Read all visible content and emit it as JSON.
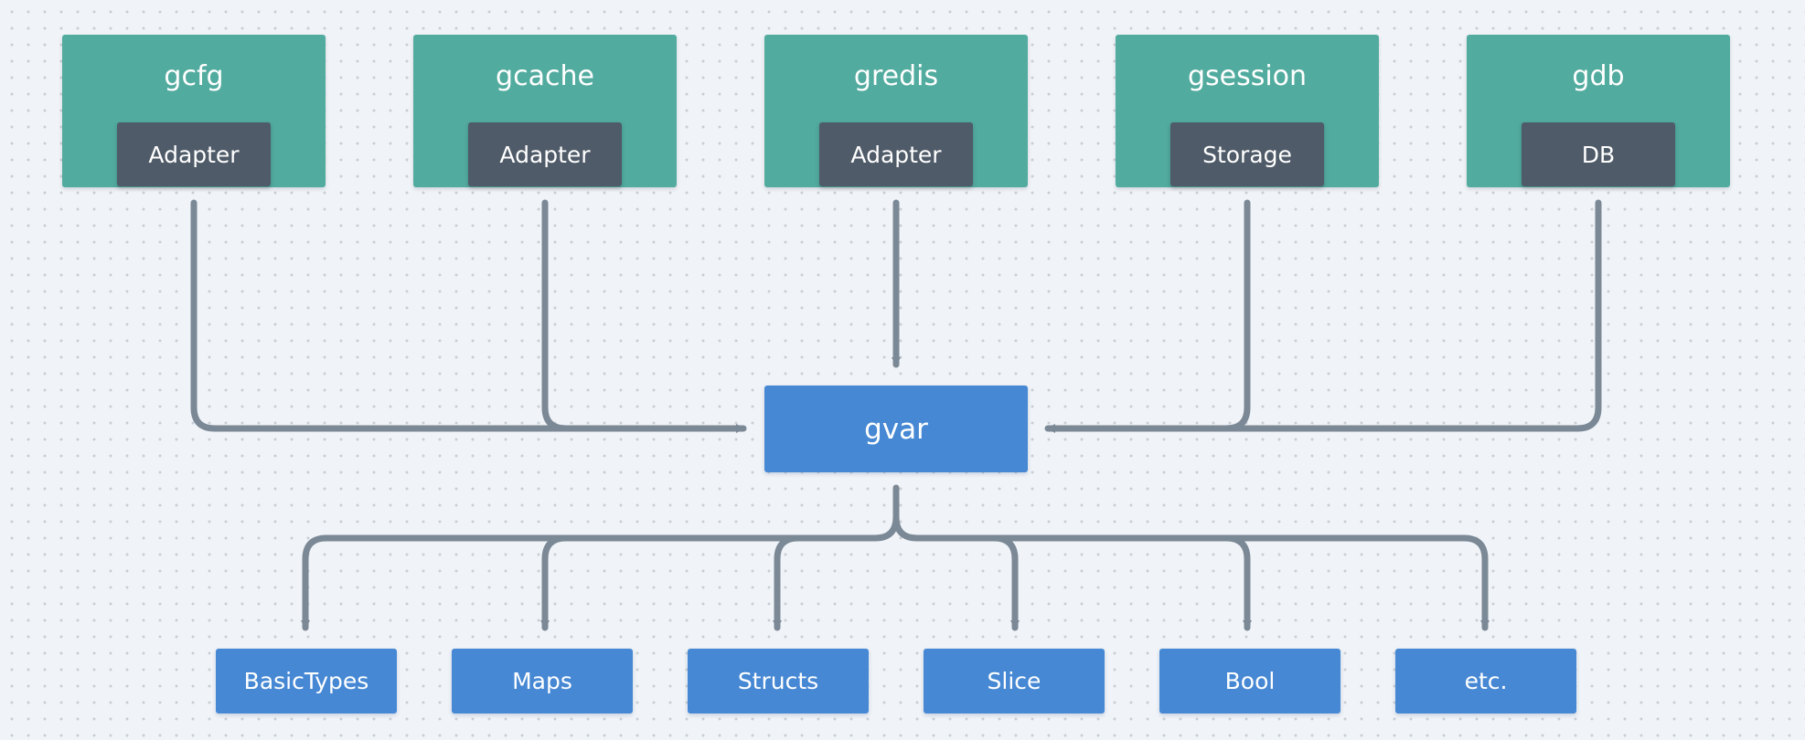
{
  "modules": [
    {
      "name": "gcfg",
      "tag": "Adapter"
    },
    {
      "name": "gcache",
      "tag": "Adapter"
    },
    {
      "name": "gredis",
      "tag": "Adapter"
    },
    {
      "name": "gsession",
      "tag": "Storage"
    },
    {
      "name": "gdb",
      "tag": "DB"
    }
  ],
  "hub": {
    "label": "gvar"
  },
  "types": [
    "BasicTypes",
    "Maps",
    "Structs",
    "Slice",
    "Bool",
    "etc."
  ],
  "colors": {
    "module": "#52ab9f",
    "tag": "#4f5b68",
    "hub": "#4688d3",
    "edge": "#7b8896",
    "background": "#f0f3f7"
  }
}
